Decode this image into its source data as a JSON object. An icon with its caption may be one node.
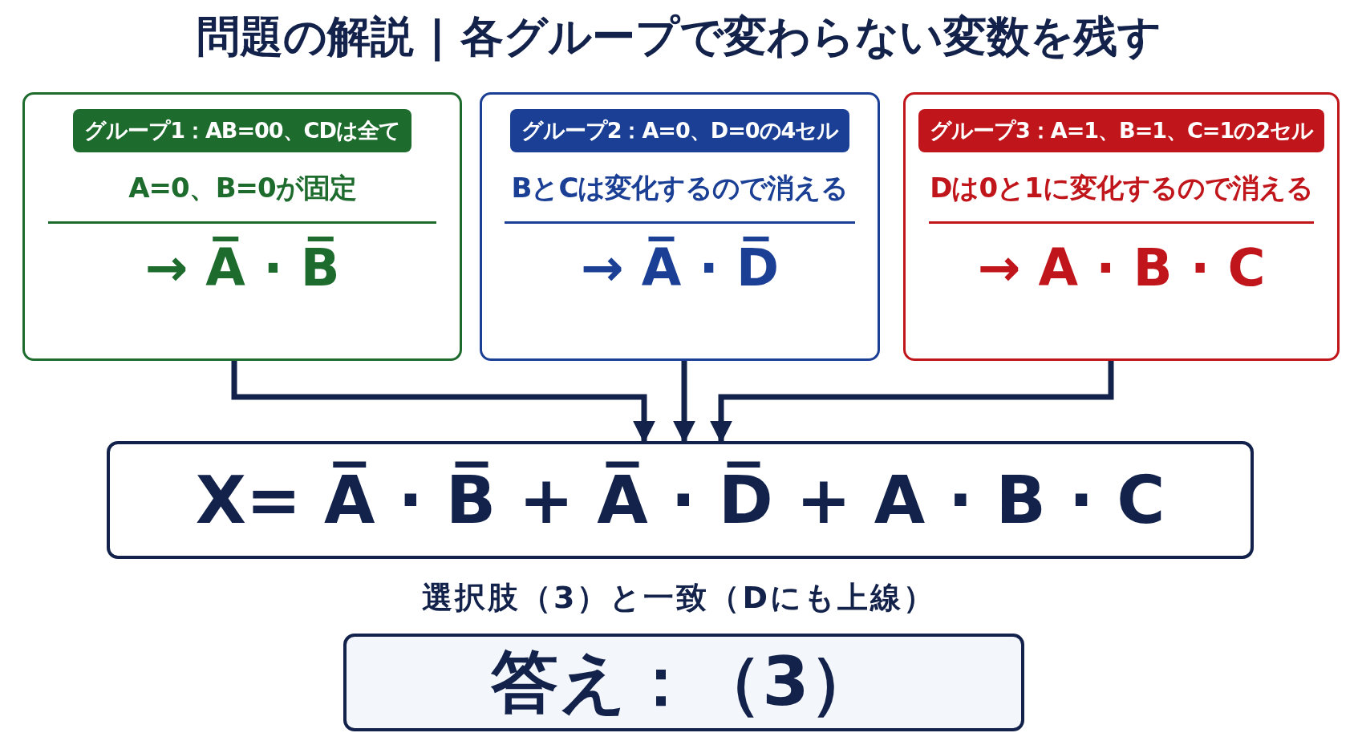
{
  "diagram": {
    "title": "問題の解説 | 各グループで変わらない変数を残す",
    "nodes": [
      {
        "text": [
          "グループ1：AB=00、CDは全て",
          "A=0、B=0が固定",
          "→ A̅ · B̅"
        ]
      },
      {
        "text": [
          "グループ2：A=0、D=0の4セル",
          "BとCは変化するので消える",
          "→ A̅ · D̅"
        ]
      },
      {
        "text": [
          "グループ3：A=1、B=1、C=1の2セル",
          "Dは0と1に変化するので消える",
          "→ A · B · C"
        ]
      },
      {
        "text": [
          "X= A̅ · B̅ + A̅ · D̅ + A · B · C"
        ]
      },
      {
        "text": [
          "答え：（3）"
        ]
      }
    ],
    "edges": [
      {
        "from": 0,
        "to": 3,
        "arrow": "to"
      },
      {
        "from": 1,
        "to": 3,
        "arrow": "to"
      },
      {
        "from": 2,
        "to": 3,
        "arrow": "to"
      }
    ],
    "labels": [
      "選択肢（3）と一致（Dにも上線）"
    ]
  }
}
